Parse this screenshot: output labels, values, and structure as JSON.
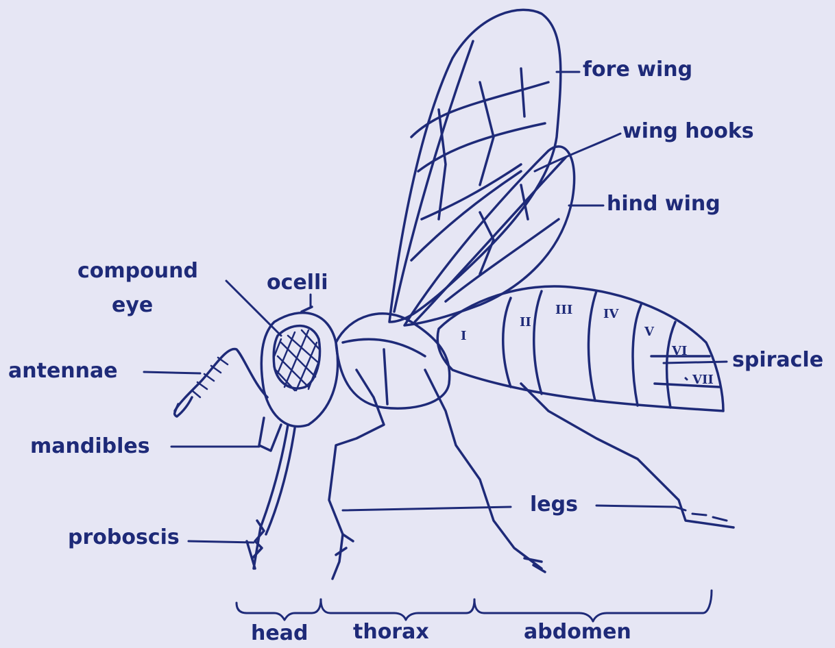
{
  "colors": {
    "background": "#e6e6f4",
    "ink": "#1e2a78"
  },
  "labels": {
    "fore_wing": "fore wing",
    "wing_hooks": "wing hooks",
    "hind_wing": "hind wing",
    "compound_eye": "compound",
    "compound_eye_2": "eye",
    "ocelli": "ocelli",
    "antennae": "antennae",
    "spiracle": "spiracle",
    "mandibles": "mandibles",
    "legs": "legs",
    "proboscis": "proboscis"
  },
  "segments": {
    "head": "head",
    "thorax": "thorax",
    "abdomen": "abdomen"
  },
  "segment_numerals": [
    "I",
    "II",
    "III",
    "IV",
    "V",
    "VI",
    "VII"
  ]
}
